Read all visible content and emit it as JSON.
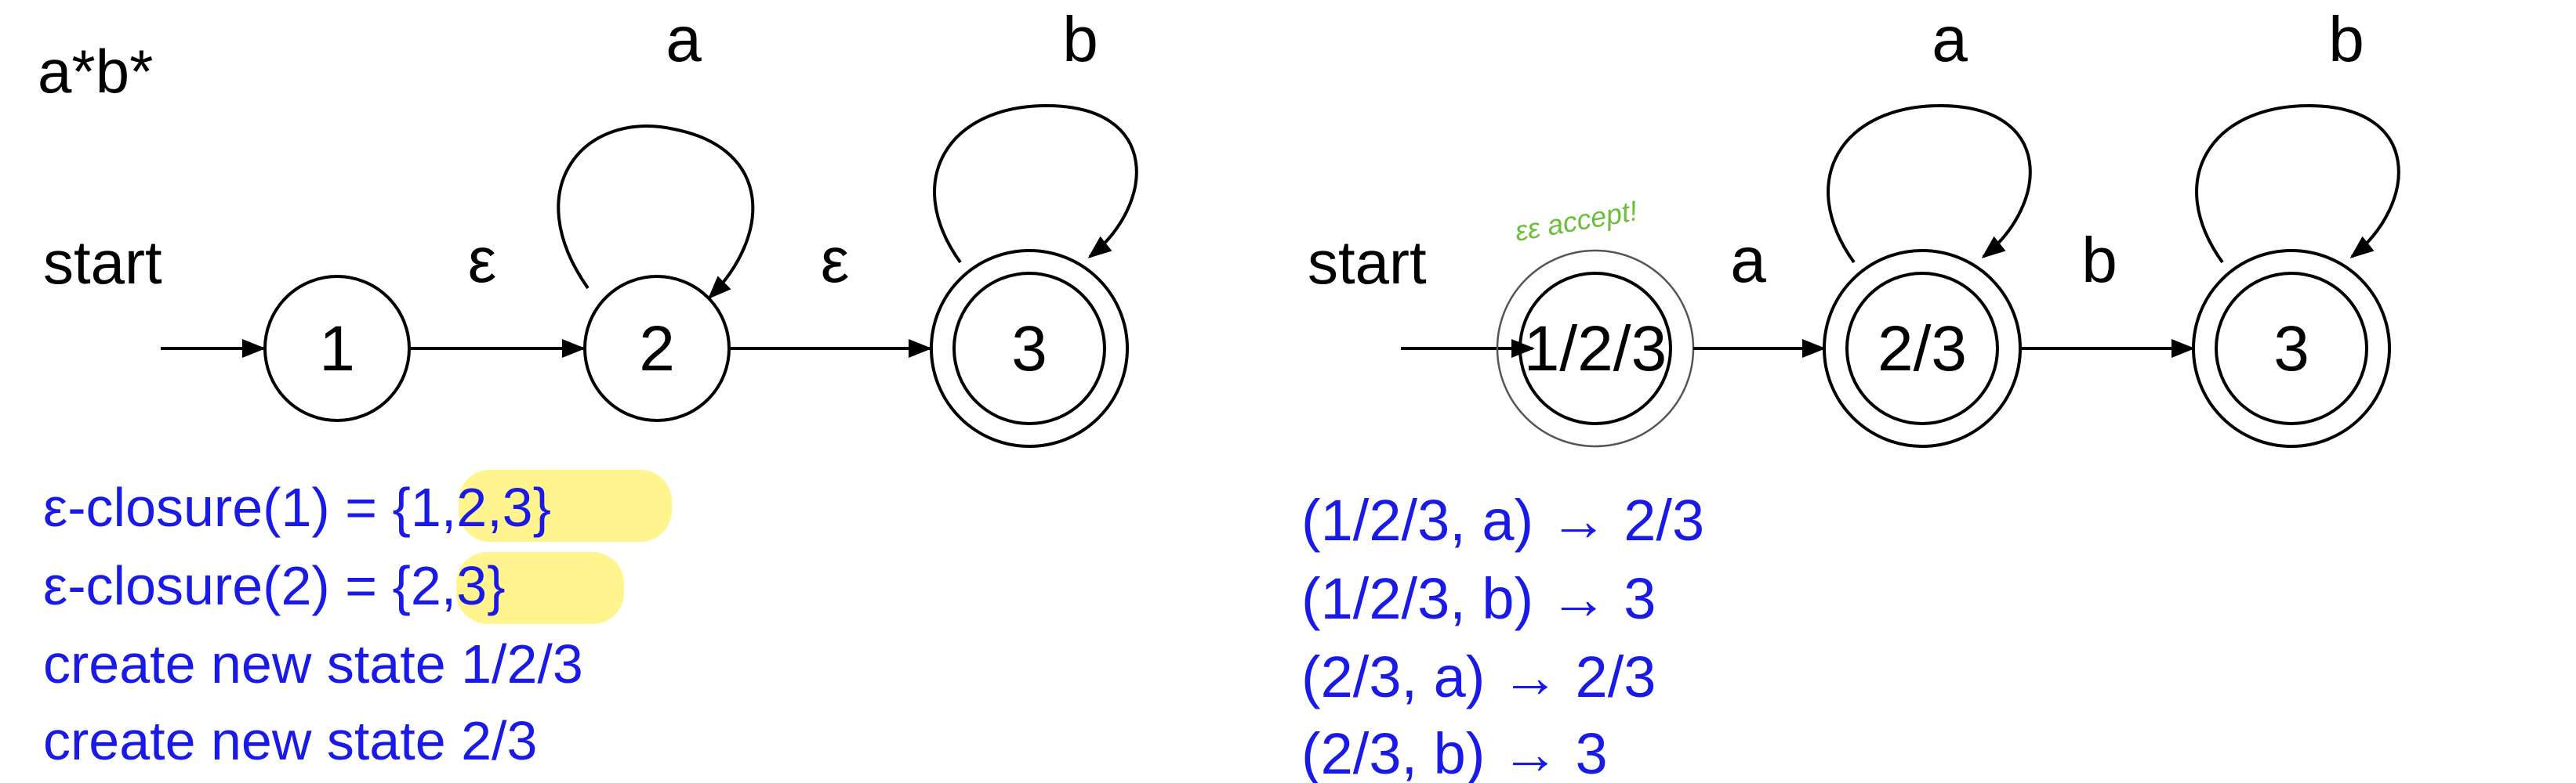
{
  "colors": {
    "text": "#000000",
    "notes": "#1a1ae6",
    "highlight": "#fff27a",
    "annotation": "#6cbf3a"
  },
  "nfa": {
    "regex": "a*b*",
    "start_label": "start",
    "states": [
      {
        "id": "1",
        "label": "1",
        "accepting": false
      },
      {
        "id": "2",
        "label": "2",
        "accepting": false
      },
      {
        "id": "3",
        "label": "3",
        "accepting": true
      }
    ],
    "transitions": [
      {
        "from": "1",
        "to": "2",
        "label": "ε"
      },
      {
        "from": "2",
        "to": "3",
        "label": "ε"
      },
      {
        "from": "2",
        "to": "2",
        "label": "a"
      },
      {
        "from": "3",
        "to": "3",
        "label": "b"
      }
    ],
    "notes": [
      {
        "prefix": "ε-closure(1) = ",
        "set": "{1,2,3}"
      },
      {
        "prefix": "ε-closure(2) = ",
        "set": "{2,3}"
      },
      {
        "text": "create new state 1/2/3"
      },
      {
        "text": "create new state 2/3"
      }
    ]
  },
  "dfa": {
    "start_label": "start",
    "annotation": "εε accept!",
    "states": [
      {
        "id": "123",
        "label": "1/2/3",
        "accepting": true
      },
      {
        "id": "23",
        "label": "2/3",
        "accepting": true
      },
      {
        "id": "3",
        "label": "3",
        "accepting": true
      }
    ],
    "transitions": [
      {
        "from": "123",
        "to": "23",
        "label": "a"
      },
      {
        "from": "23",
        "to": "3",
        "label": "b"
      },
      {
        "from": "23",
        "to": "23",
        "label": "a"
      },
      {
        "from": "3",
        "to": "3",
        "label": "b"
      }
    ],
    "table": [
      "(1/2/3, a) → 2/3",
      "(1/2/3, b) → 3",
      "(2/3, a) → 2/3",
      "(2/3, b) → 3"
    ]
  }
}
